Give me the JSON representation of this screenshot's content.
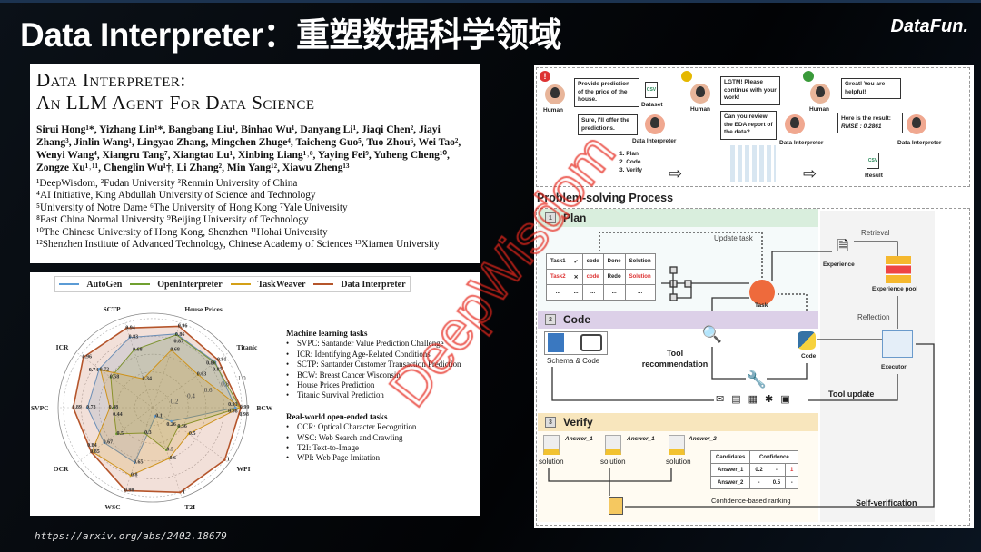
{
  "slide": {
    "title": "Data Interpreter：重塑数据科学领域",
    "logo": "DataFun.",
    "url": "https://arxiv.org/abs/2402.18679",
    "watermark": "DeepWisdom"
  },
  "paper": {
    "title_line1": "Data Interpreter:",
    "title_line2": "An LLM Agent For Data Science",
    "authors": "Sirui Hong¹*, Yizhang Lin¹*, Bangbang Liu¹, Binhao Wu¹, Danyang Li¹, Jiaqi Chen², Jiayi Zhang³, Jinlin Wang¹, Lingyao Zhang, Mingchen Zhuge⁴, Taicheng Guo⁵, Tuo Zhou⁶, Wei Tao², Wenyi Wang⁴, Xiangru Tang⁷, Xiangtao Lu¹, Xinbing Liang¹˒⁸, Yaying Fei⁹, Yuheng Cheng¹⁰, Zongze Xu¹˒¹¹, Chenglin Wu¹†, Li Zhang², Min Yang¹², Xiawu Zheng¹³",
    "affiliations": [
      "¹DeepWisdom, ²Fudan University ³Renmin University of China",
      "⁴AI Initiative, King Abdullah University of Science and Technology",
      "⁵University of Notre Dame ⁶The University of Hong Kong ⁷Yale University",
      "⁸East China Normal University ⁹Beijing University of Technology",
      "¹⁰The Chinese University of Hong Kong, Shenzhen ¹¹Hohai University",
      "¹²Shenzhen Institute of Advanced Technology, Chinese Academy of Sciences ¹³Xiamen University"
    ]
  },
  "chart_data": {
    "type": "radar",
    "categories": [
      "BCW",
      "Titanic",
      "House Prices",
      "SCTP",
      "ICR",
      "SVPC",
      "OCR",
      "WSC",
      "T2I",
      "WPI"
    ],
    "rticks": [
      0.2,
      0.4,
      0.6,
      0.8,
      1.0
    ],
    "rlim": [
      0,
      1.06
    ],
    "series": [
      {
        "name": "AutoGen",
        "color": "#5b9bd5",
        "values": [
          0.93,
          0.87,
          0.87,
          0.83,
          0.74,
          0.73,
          0.67,
          0.65,
          0.1,
          0.26
        ]
      },
      {
        "name": "OpenInterpreter",
        "color": "#70a030",
        "values": [
          0.98,
          0.86,
          0.86,
          0.68,
          0.58,
          0.44,
          0.5,
          0.3,
          0.5,
          0.36
        ]
      },
      {
        "name": "TaskWeaver",
        "color": "#d4a017",
        "values": [
          0.98,
          0.63,
          0.68,
          0.34,
          0.72,
          0.48,
          0.84,
          0.8,
          0.6,
          0.5
        ]
      },
      {
        "name": "Data Interpreter",
        "color": "#b5552b",
        "values": [
          0.99,
          0.91,
          0.96,
          0.94,
          0.96,
          0.89,
          0.85,
          0.98,
          1.0,
          1.0
        ]
      }
    ]
  },
  "tasks": {
    "ml_heading": "Machine learning tasks",
    "ml": [
      "SVPC: Santander Value Prediction Challenge",
      "ICR: Identifying Age-Related Conditions",
      "SCTP: Santander Customer Transaction Prediction",
      "BCW: Breast Cancer Wisconsin",
      "House Prices Prediction",
      "Titanic Survival Prediction"
    ],
    "rw_heading": "Real-world open-ended tasks",
    "rw": [
      "OCR: Optical Character Recognition",
      "WSC: Web Search and Crawling",
      "T2I: Text-to-Image",
      "WPI: Web Page Imitation"
    ]
  },
  "fig": {
    "human": "Human",
    "di": "Data Interpreter",
    "dataset": "Dataset",
    "result": "Result",
    "csv": "CSV",
    "b1": "Provide prediction of the price of the house.",
    "b2": "Sure, I'll offer the predictions.",
    "b3": "LGTM! Please continue with your work!",
    "b4": "Can you review the EDA report of the data?",
    "b5": "Great! You are helpful!",
    "b6a": "Here is the result:",
    "b6b": "RMSE : 0.2861",
    "steps": [
      "1. Plan",
      "2. Code",
      "3. Verify"
    ],
    "process_title": "Problem-solving Process",
    "plan": "Plan",
    "code": "Code",
    "verify": "Verify",
    "update_task": "Update task",
    "task": "Task",
    "experience": "Experience",
    "retrieval": "Retrieval",
    "experience_pool": "Experience pool",
    "reflection": "Reflection",
    "executor": "Executor",
    "schema_code": "Schema & Code",
    "tool_rec": "Tool recommendation",
    "code_lbl": "Code",
    "tool_update": "Tool update",
    "self_verification": "Self-verification",
    "task_table": [
      [
        "Task1",
        "✓",
        "code",
        "Done",
        "Solution"
      ],
      [
        "Task2",
        "✕",
        "code",
        "Redo",
        "Solution"
      ],
      [
        "...",
        "...",
        "...",
        "...",
        "..."
      ]
    ],
    "solution": "solution",
    "answers": [
      "Answer_1",
      "Answer_1",
      "Answer_2"
    ],
    "conf_headers": [
      "Candidates",
      "Confidence"
    ],
    "conf_rows": [
      [
        "Answer_1",
        "0.2",
        "-",
        "1"
      ],
      [
        "Answer_2",
        "-",
        "0.5",
        "-"
      ]
    ],
    "ranking": "Confidence-based ranking"
  }
}
